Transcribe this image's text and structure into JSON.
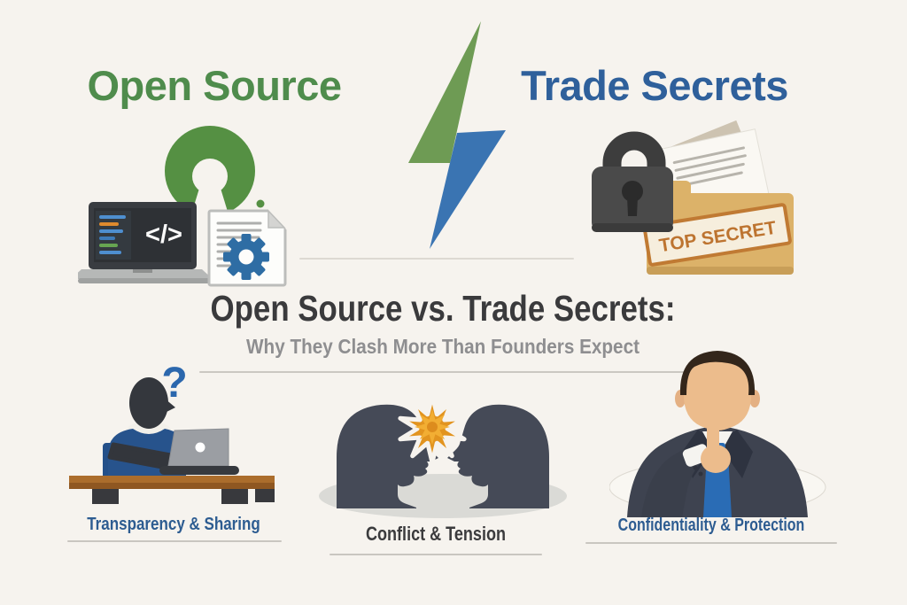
{
  "header": {
    "left_title": "Open Source",
    "right_title": "Trade Secrets"
  },
  "title_block": {
    "title": "Open Source vs. Trade Secrets:",
    "subtitle": "Why They Clash More Than Founders Expect"
  },
  "bottom_row": [
    {
      "label": "Transparency & Sharing"
    },
    {
      "label": "Conflict & Tension"
    },
    {
      "label": "Confidentiality & Protection"
    }
  ],
  "graphics": {
    "laptop_code_symbol": "</>",
    "question_mark": "?",
    "folder_stamp": "TOP SECRET"
  },
  "colors": {
    "background": "#f6f3ee",
    "open_source_green": "#4f8c4c",
    "trade_secrets_blue": "#2f609b",
    "title_dark": "#3a3a3c",
    "subtitle_gray": "#8e8e90",
    "label_blue": "#2d5c91",
    "osi_logo_green": "#559043",
    "bolt_green": "#6e9b54",
    "bolt_blue": "#3a74b2",
    "starburst_orange": "#e2941f",
    "folder_tan": "#dcb269",
    "stamp_orange": "#bd7430",
    "padlock_gray": "#4a4a4a",
    "gear_blue": "#2e6da4"
  }
}
